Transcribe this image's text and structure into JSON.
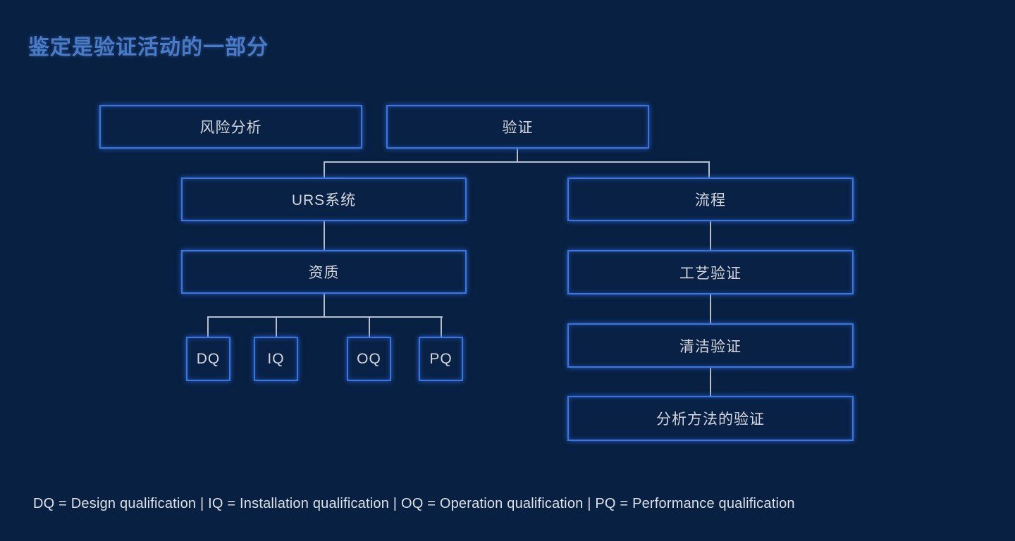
{
  "title": "鉴定是验证活动的一部分",
  "diagram": {
    "boxes": {
      "risk_analysis": "风险分析",
      "validation": "验证",
      "urs_system": "URS系统",
      "qualification": "资质",
      "process": "流程",
      "process_validation": "工艺验证",
      "cleaning_validation": "清洁验证",
      "analytical_method_validation": "分析方法的验证",
      "dq": "DQ",
      "iq": "IQ",
      "oq": "OQ",
      "pq": "PQ"
    }
  },
  "legend": "DQ = Design qualification | IQ = Installation qualification | OQ = Operation qualification | PQ = Performance qualification",
  "colors": {
    "background": "#082041",
    "box_border": "#3b76e0",
    "box_text": "#d3d7dc",
    "title": "#4a7bc8",
    "connector": "#b6bfca",
    "legend_text": "#dde1e6"
  }
}
